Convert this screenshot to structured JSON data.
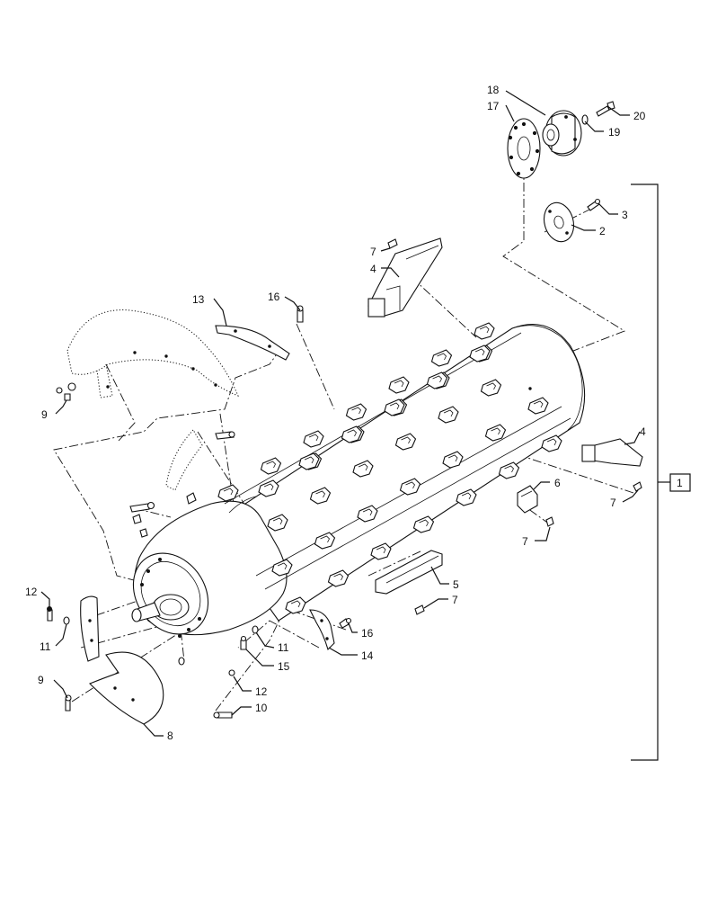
{
  "callouts": [
    {
      "id": "c18",
      "text": "18"
    },
    {
      "id": "c17",
      "text": "17"
    },
    {
      "id": "c20",
      "text": "20"
    },
    {
      "id": "c19",
      "text": "19"
    },
    {
      "id": "c3",
      "text": "3"
    },
    {
      "id": "c2",
      "text": "2"
    },
    {
      "id": "c7a",
      "text": "7"
    },
    {
      "id": "c4a",
      "text": "4"
    },
    {
      "id": "c13",
      "text": "13"
    },
    {
      "id": "c16a",
      "text": "16"
    },
    {
      "id": "c9a",
      "text": "9"
    },
    {
      "id": "c4b",
      "text": "4"
    },
    {
      "id": "c1",
      "text": "1"
    },
    {
      "id": "c6",
      "text": "6"
    },
    {
      "id": "c7b",
      "text": "7"
    },
    {
      "id": "c7c",
      "text": "7"
    },
    {
      "id": "c5",
      "text": "5"
    },
    {
      "id": "c7d",
      "text": "7"
    },
    {
      "id": "c12a",
      "text": "12"
    },
    {
      "id": "c11a",
      "text": "11"
    },
    {
      "id": "c16b",
      "text": "16"
    },
    {
      "id": "c11b",
      "text": "11"
    },
    {
      "id": "c14",
      "text": "14"
    },
    {
      "id": "c15",
      "text": "15"
    },
    {
      "id": "c9b",
      "text": "9"
    },
    {
      "id": "c12b",
      "text": "12"
    },
    {
      "id": "c10",
      "text": "10"
    },
    {
      "id": "c8",
      "text": "8"
    }
  ]
}
